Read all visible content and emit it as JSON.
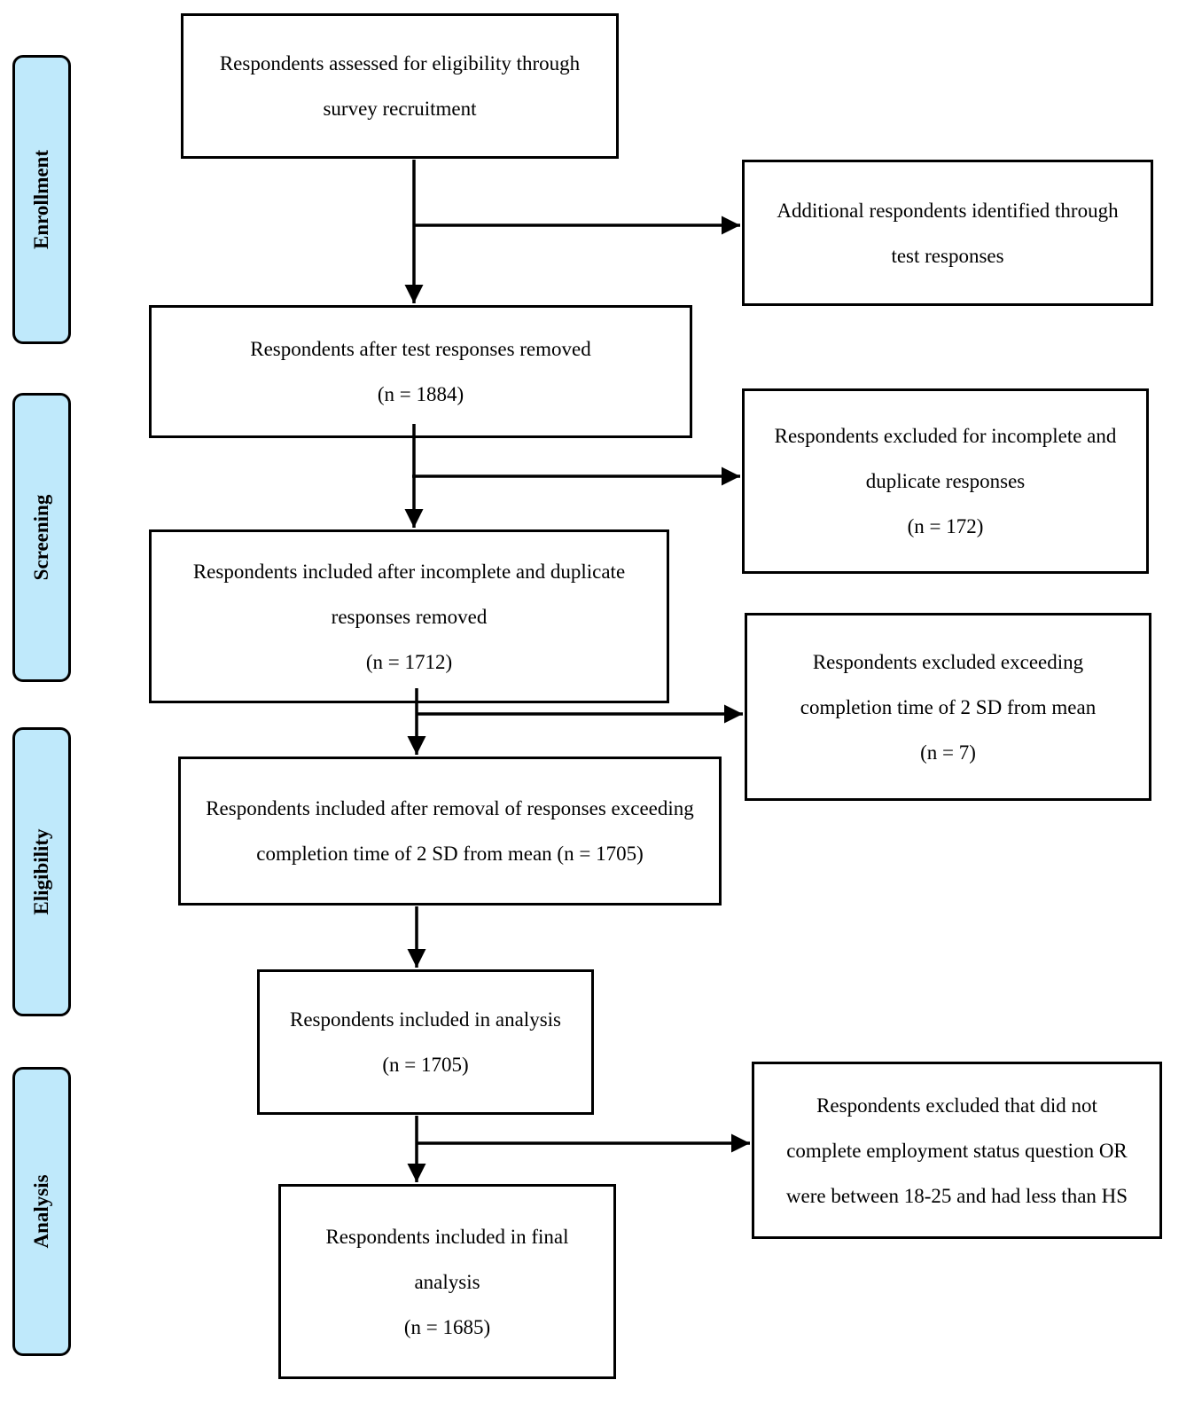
{
  "stages": [
    "Enrollment",
    "Screening",
    "Eligibility",
    "Analysis"
  ],
  "main_boxes": [
    {
      "lines": [
        "Respondents assessed for eligibility through",
        "survey recruitment"
      ]
    },
    {
      "lines": [
        "Respondents after test responses removed",
        "(n = 1884)"
      ]
    },
    {
      "lines": [
        "Respondents included after incomplete and duplicate",
        "responses removed",
        "(n = 1712)"
      ]
    },
    {
      "lines": [
        "Respondents included after removal of responses exceeding",
        "completion time of 2 SD from mean (n = 1705)"
      ]
    },
    {
      "lines": [
        "Respondents included in analysis",
        "(n = 1705)"
      ]
    },
    {
      "lines": [
        "Respondents included in final",
        "analysis",
        "(n = 1685)"
      ]
    }
  ],
  "side_boxes": [
    {
      "lines": [
        "Additional respondents identified through",
        "test responses"
      ]
    },
    {
      "lines": [
        "Respondents excluded for incomplete and",
        "duplicate responses",
        "(n = 172)"
      ]
    },
    {
      "lines": [
        "Respondents excluded exceeding",
        "completion time of 2 SD from mean",
        "(n = 7)"
      ]
    },
    {
      "lines": [
        "Respondents excluded that did not",
        "complete employment status question OR",
        "were between 18-25 and had less than HS"
      ]
    }
  ],
  "colors": {
    "stage_fill": "#bfe9fb",
    "stroke": "#000000"
  }
}
